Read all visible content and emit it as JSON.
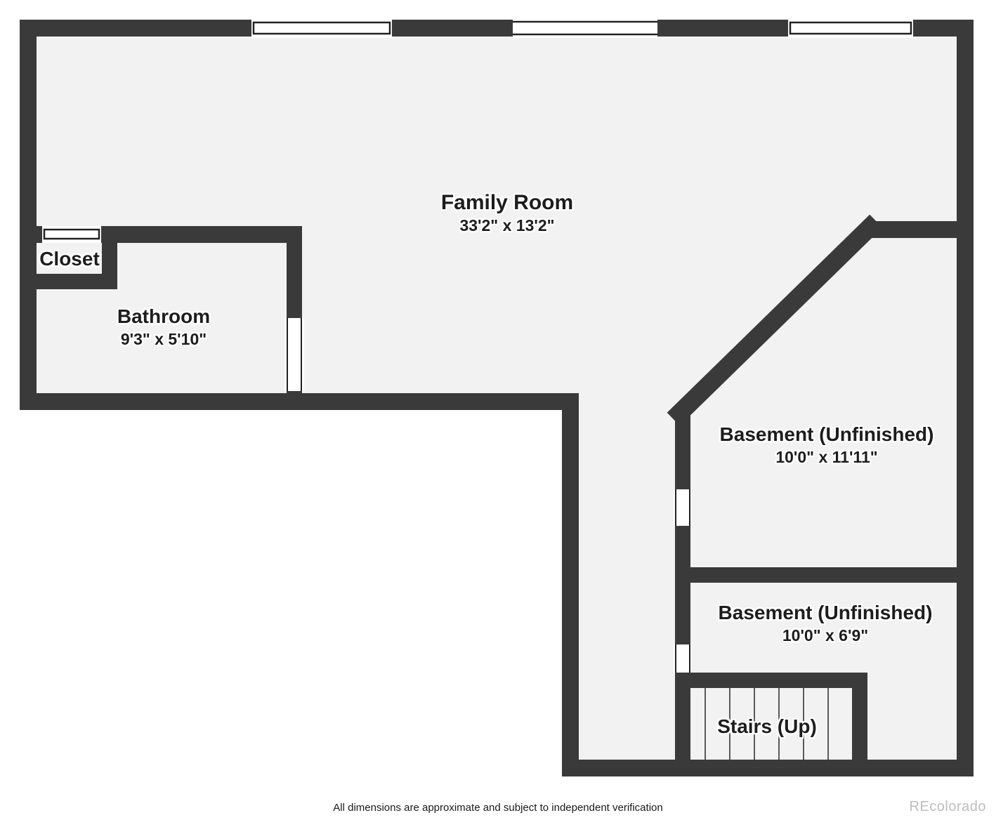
{
  "rooms": [
    {
      "name": "Family Room",
      "dimensions": "33'2\" x 13'2\""
    },
    {
      "name": "Closet",
      "dimensions": ""
    },
    {
      "name": "Bathroom",
      "dimensions": "9'3\" x 5'10\""
    },
    {
      "name": "Basement (Unfinished)",
      "dimensions": "10'0\" x 11'11\""
    },
    {
      "name": "Basement (Unfinished)",
      "dimensions": "10'0\" x 6'9\""
    },
    {
      "name": "Stairs (Up)",
      "dimensions": ""
    }
  ],
  "footer": {
    "disclaimer": "All dimensions are approximate and subject to independent verification",
    "watermark": "REcolorado"
  },
  "colors": {
    "wall": "#3a3a3a",
    "floor": "#f2f2f2",
    "label_text": "#1d1d1d",
    "watermark": "#bdbdbd"
  }
}
